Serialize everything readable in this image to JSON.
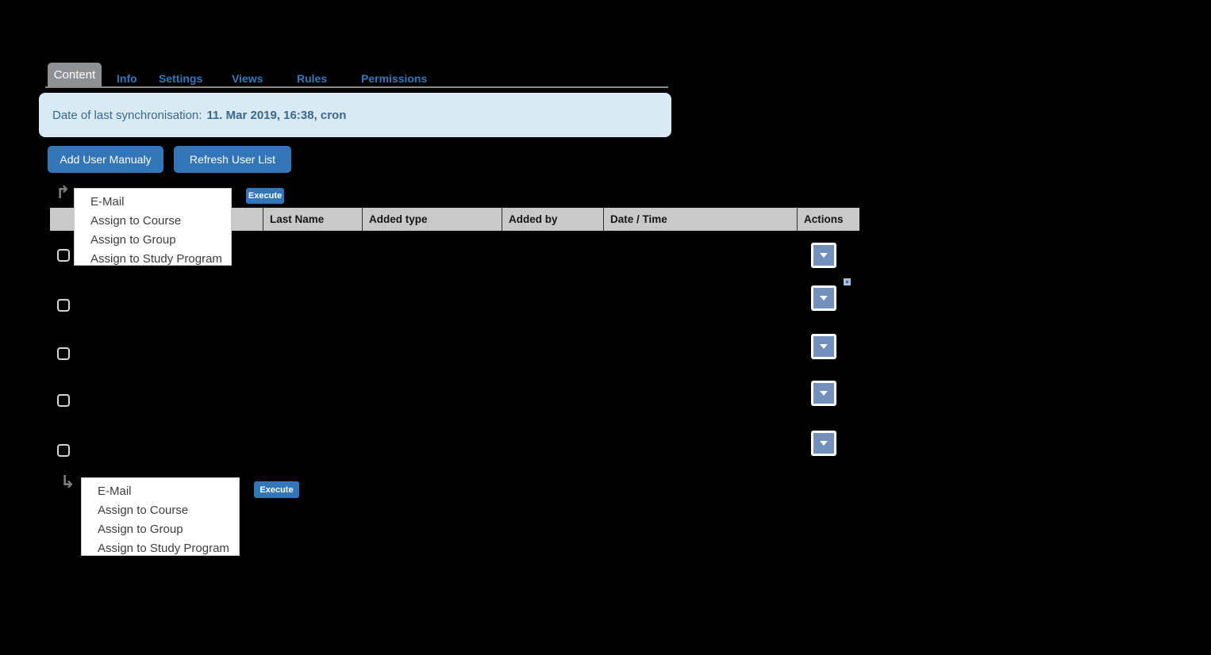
{
  "tabs": {
    "active": "Content",
    "items": [
      "Content",
      "Info",
      "Settings",
      "Views",
      "Rules",
      "Permissions"
    ]
  },
  "info_box": {
    "label": "Date of last synchronisation:",
    "value": "11. Mar 2019, 16:38, cron"
  },
  "toolbar": {
    "add_user_label": "Add User Manualy",
    "refresh_label": "Refresh User List"
  },
  "bulk_actions": {
    "options": [
      "E-Mail",
      "Assign to Course",
      "Assign to Group",
      "Assign to Study Program"
    ],
    "execute_label": "Execute"
  },
  "table": {
    "columns": [
      "",
      "Last Name",
      "Added type",
      "Added by",
      "Date / Time",
      "Actions"
    ],
    "row_count": 5
  },
  "icons": {
    "arrow_up_right": "↱",
    "arrow_down_right": "↳"
  },
  "colors": {
    "page_bg": "#000000",
    "accent_blue": "#3276b8",
    "tab_link_blue": "#3079bd",
    "active_tab_gray": "#8f9092",
    "info_bg": "#d9eaf4",
    "info_text": "#38698d",
    "table_header_bg": "#c9c9c9",
    "action_button_fill": "#7290bb"
  }
}
